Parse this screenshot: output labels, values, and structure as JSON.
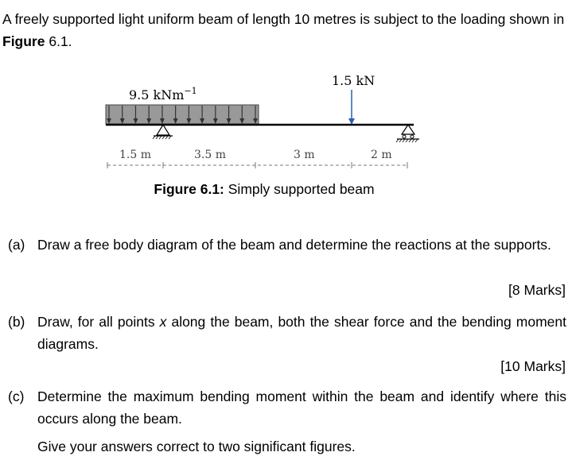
{
  "intro": {
    "text_before": "A freely supported light uniform beam of length 10 metres is subject to the loading shown in ",
    "figure_word": "Figure",
    "text_after": " 6.1."
  },
  "figure": {
    "udl_label": "9.5 kNm",
    "udl_exponent": "−1",
    "point_load_label": "1.5 kN",
    "dimensions": [
      "1.5 m",
      "3.5 m",
      "3 m",
      "2 m"
    ],
    "caption_bold": "Figure 6.1:",
    "caption_text": " Simply supported beam",
    "colors": {
      "udl_fill": "#999999",
      "point_load_arrow": "#2a5fb0",
      "beam": "#000000"
    }
  },
  "questions": [
    {
      "label": "(a)",
      "text": "Draw a free body diagram of the beam and determine the reactions at the supports.",
      "marks": "[8 Marks]"
    },
    {
      "label": "(b)",
      "text_before": "Draw, for all points ",
      "var": "x",
      "text_after": " along the beam, both the shear force and the bending moment diagrams.",
      "marks": "[10 Marks]"
    },
    {
      "label": "(c)",
      "text": "Determine the maximum bending moment within the beam and identify where this occurs along the beam."
    }
  ],
  "note": "Give your answers correct to two significant figures."
}
